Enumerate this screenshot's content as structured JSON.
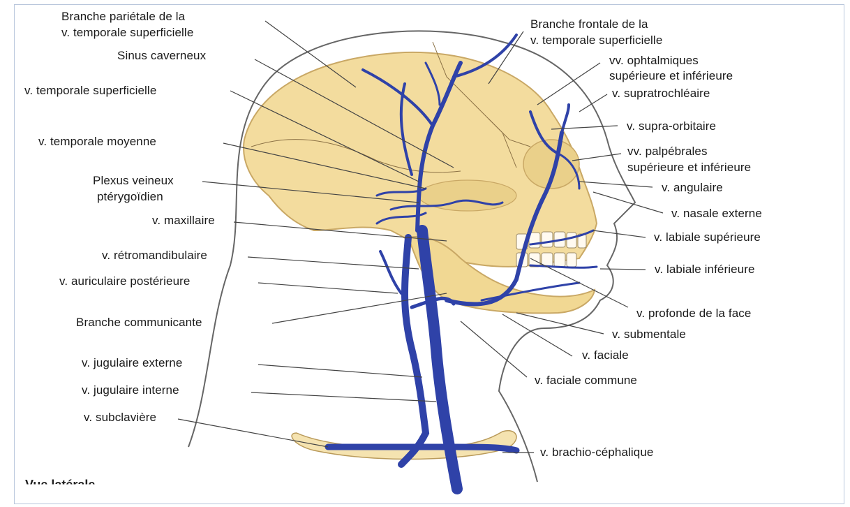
{
  "caption": "Vue latérale",
  "labels": {
    "branche_parietale_1": "Branche pariétale de la",
    "branche_parietale_2": "v. temporale superficielle",
    "sinus_caverneux": "Sinus caverneux",
    "temporale_superficielle": "v. temporale superficielle",
    "temporale_moyenne": "v. temporale moyenne",
    "plexus_1": "Plexus veineux",
    "plexus_2": "ptérygoïdien",
    "maxillaire": "v. maxillaire",
    "retromandibulaire": "v. rétromandibulaire",
    "auriculaire_posterieure": "v. auriculaire postérieure",
    "branche_communicante": "Branche communicante",
    "jugulaire_externe": "v. jugulaire externe",
    "jugulaire_interne": "v. jugulaire interne",
    "subclaviere": "v. subclavière",
    "branche_frontale_1": "Branche frontale de la",
    "branche_frontale_2": "v. temporale superficielle",
    "ophtalmiques_1": "vv. ophtalmiques",
    "ophtalmiques_2": "supérieure et inférieure",
    "supratrochleaire": "v. supratrochléaire",
    "supra_orbitaire": "v. supra-orbitaire",
    "palpebrales_1": "vv. palpébrales",
    "palpebrales_2": "supérieure et inférieure",
    "angulaire": "v. angulaire",
    "nasale_externe": "v. nasale externe",
    "labiale_superieure": "v. labiale supérieure",
    "labiale_inferieure": "v. labiale inférieure",
    "profonde_face": "v. profonde de la face",
    "submentale": "v. submentale",
    "faciale": "v. faciale",
    "faciale_commune": "v. faciale commune",
    "brachio_cephalique": "v. brachio-céphalique"
  },
  "colors": {
    "skull": "#f3dc9e",
    "skull_edge": "#c9a865",
    "vein": "#2f42a8",
    "vein_dark": "#1f2c7a",
    "leader": "#444444",
    "outline": "#555555"
  }
}
